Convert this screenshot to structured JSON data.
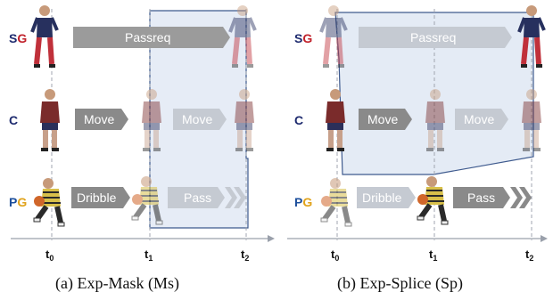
{
  "panels": [
    {
      "caption": "(a) Exp-Mask (Ms)",
      "roles": [
        {
          "parts": [
            {
              "text": "S",
              "color": "#1d2a6e"
            },
            {
              "text": "G",
              "color": "#c0202a"
            }
          ]
        },
        {
          "parts": [
            {
              "text": "C",
              "color": "#1d2a6e"
            }
          ]
        },
        {
          "parts": [
            {
              "text": "P",
              "color": "#1d4f9c"
            },
            {
              "text": "G",
              "color": "#e0a21a"
            }
          ]
        }
      ],
      "actions": [
        "Passreq",
        "Move",
        "Move",
        "Dribble",
        "Pass"
      ],
      "ticks": [
        {
          "main": "t",
          "sub": "0"
        },
        {
          "main": "t",
          "sub": "1"
        },
        {
          "main": "t",
          "sub": "2"
        }
      ]
    },
    {
      "caption": "(b) Exp-Splice (Sp)",
      "roles": [
        {
          "parts": [
            {
              "text": "S",
              "color": "#1d2a6e"
            },
            {
              "text": "G",
              "color": "#c0202a"
            }
          ]
        },
        {
          "parts": [
            {
              "text": "C",
              "color": "#1d2a6e"
            }
          ]
        },
        {
          "parts": [
            {
              "text": "P",
              "color": "#1d4f9c"
            },
            {
              "text": "G",
              "color": "#e0a21a"
            }
          ]
        }
      ],
      "actions": [
        "Passreq",
        "Move",
        "Move",
        "Dribble",
        "Pass"
      ],
      "ticks": [
        {
          "main": "t",
          "sub": "0"
        },
        {
          "main": "t",
          "sub": "1"
        },
        {
          "main": "t",
          "sub": "2"
        }
      ]
    }
  ],
  "colors": {
    "highlight_fill": "#dde6f3",
    "highlight_stroke": "#3e5a8e",
    "arrow_dark": "#8a8a8a",
    "arrow_light": "#c9ced6",
    "axis": "#9aa0ab"
  }
}
